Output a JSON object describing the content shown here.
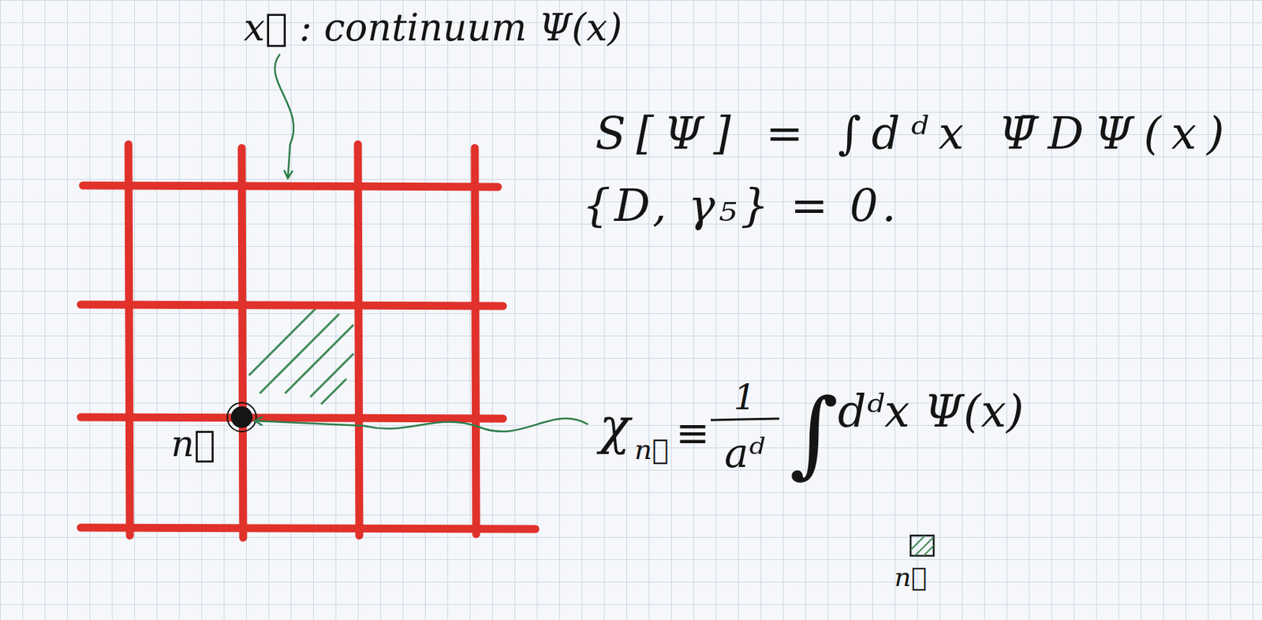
{
  "diagram": {
    "labels": [
      "x⃗ : continuum Ψ(x)",
      "S[Ψ] = ∫dᵈx Ψ̄DΨ(x)",
      "{D, γ₅} = 0.",
      "n⃗",
      "χ",
      "n⃗",
      "≡",
      "1",
      "aᵈ",
      "∫",
      "dᵈx Ψ(x)",
      "n⃗"
    ]
  }
}
